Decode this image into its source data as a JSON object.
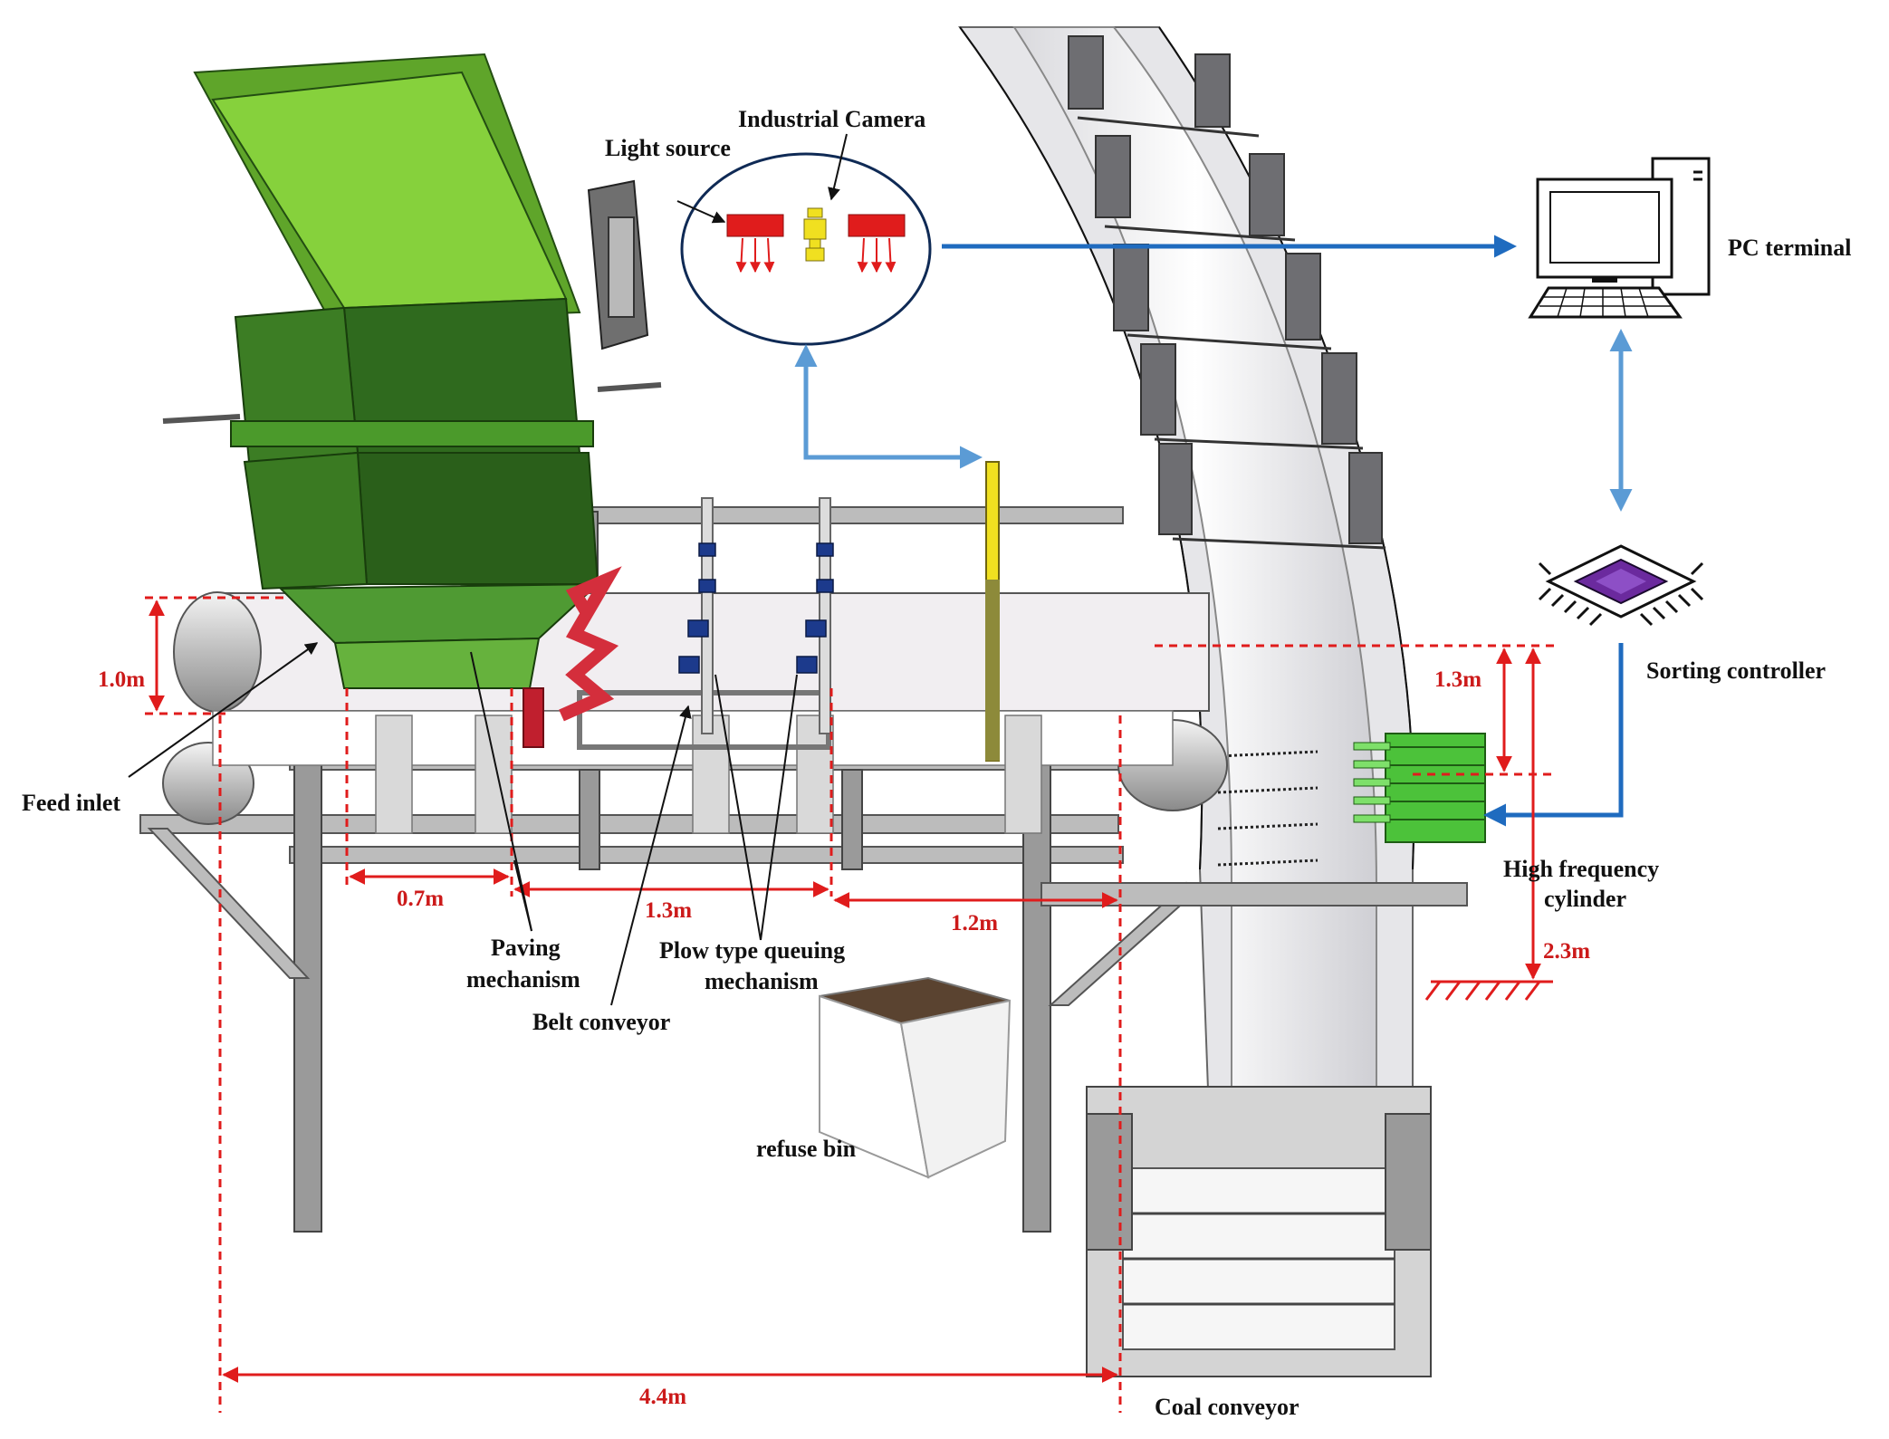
{
  "labels": {
    "industrial_camera": "Industrial Camera",
    "light_source": "Light source",
    "pc_terminal": "PC terminal",
    "sorting_controller": "Sorting controller",
    "high_frequency_cylinder_1": "High frequency",
    "high_frequency_cylinder_2": "cylinder",
    "feed_inlet": "Feed inlet",
    "paving_mechanism_1": "Paving",
    "paving_mechanism_2": "mechanism",
    "belt_conveyor": "Belt conveyor",
    "plow_queuing_1": "Plow type queuing",
    "plow_queuing_2": "mechanism",
    "refuse_bin": "refuse bin",
    "coal_conveyor": "Coal conveyor"
  },
  "dimensions": {
    "belt_height": "1.0m",
    "ejector_height": "1.3m",
    "total_height": "2.3m",
    "feed_to_paving": "0.7m",
    "paving_to_plow": "1.3m",
    "plow_to_end": "1.2m",
    "total_length": "4.4m"
  },
  "colors": {
    "hopper_light": "#86d13c",
    "hopper_dark": "#2f6a1e",
    "dimension_red": "#e01c1c",
    "signal_blue": "#1f6bbf",
    "light_blue": "#5b9bd5",
    "paving_red": "#d42e3c",
    "cylinder_green": "#4cc23a",
    "camera_yellow": "#f0e020"
  },
  "icons": [
    "pc-terminal-icon",
    "sorting-controller-chip-icon",
    "light-source-icon",
    "industrial-camera-icon"
  ]
}
